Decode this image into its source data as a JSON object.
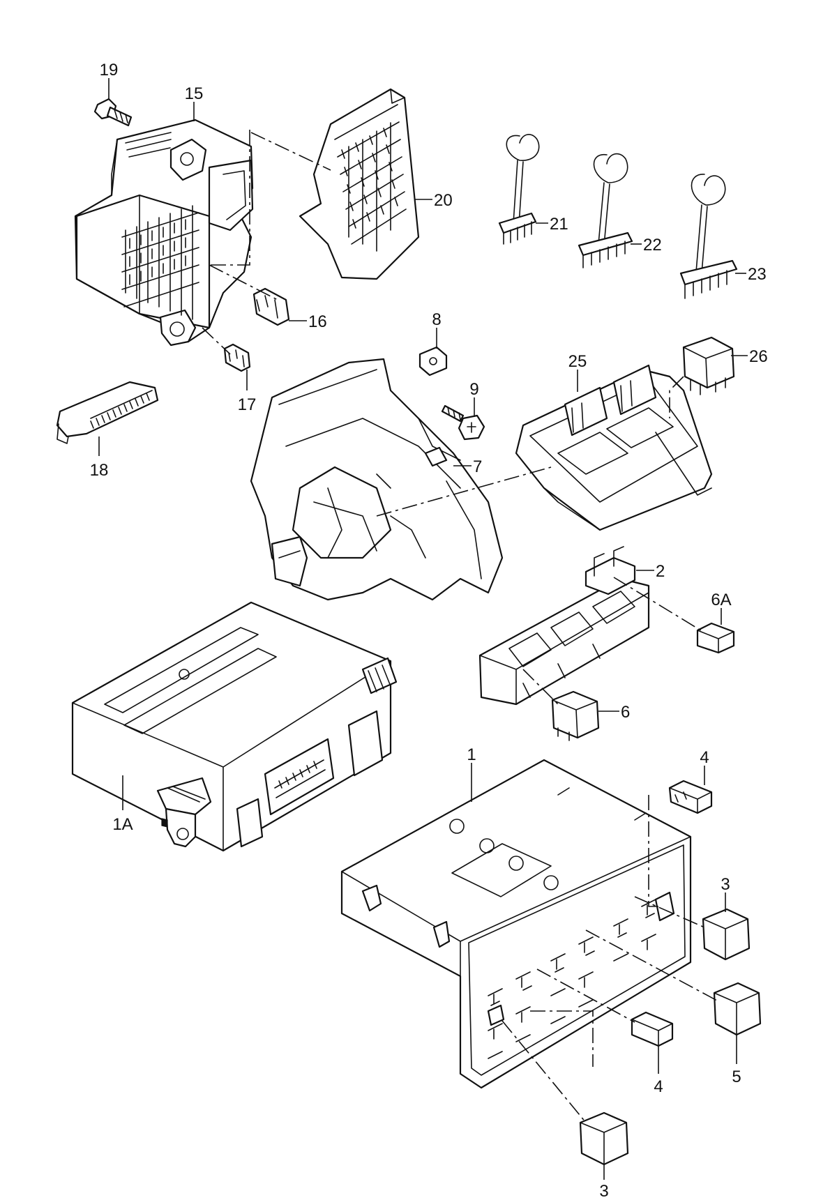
{
  "labels": {
    "l19": "19",
    "l15": "15",
    "l20": "20",
    "l21": "21",
    "l22": "22",
    "l23": "23",
    "l16": "16",
    "l17": "17",
    "l18": "18",
    "l8": "8",
    "l9": "9",
    "l7": "7",
    "l25": "25",
    "l26": "26",
    "l2": "2",
    "l6A": "6A",
    "l6": "6",
    "l1A": "1A",
    "l1": "1",
    "l4a": "4",
    "l3a": "3",
    "l4b": "4",
    "l5": "5",
    "l3b": "3"
  }
}
